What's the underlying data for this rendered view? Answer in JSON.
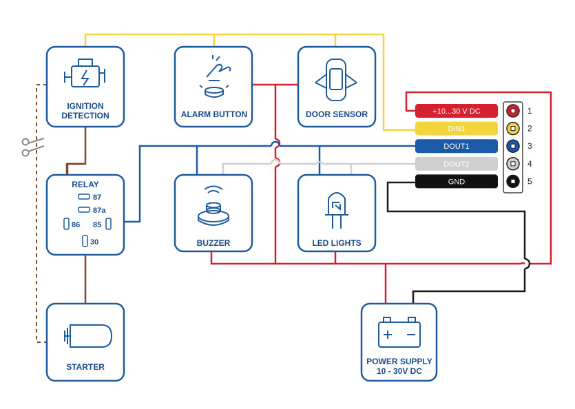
{
  "colors": {
    "box_border": "#1f5a9c",
    "label": "#1a4a8a",
    "wire_yellow": "#f2d53c",
    "wire_red": "#d4202f",
    "wire_blue": "#1a5aa8",
    "wire_gray": "#cfcfcf",
    "wire_black": "#1a1a1a",
    "wire_brown": "#7a4a2a"
  },
  "components": {
    "ignition": {
      "line1": "IGNITION",
      "line2": "DETECTION",
      "icon": "engine-icon"
    },
    "alarm": {
      "label": "ALARM BUTTON",
      "icon": "hand-press-button-icon"
    },
    "door": {
      "label": "DOOR SENSOR",
      "icon": "car-open-doors-icon"
    },
    "relay": {
      "title": "RELAY",
      "pins": {
        "p87": "87",
        "p87a": "87a",
        "p86": "86",
        "p85": "85",
        "p30": "30"
      }
    },
    "buzzer": {
      "label": "BUZZER",
      "icon": "buzzer-icon"
    },
    "led": {
      "label": "LED LIGHTS",
      "icon": "led-icon"
    },
    "starter": {
      "label": "STARTER",
      "icon": "starter-motor-icon"
    },
    "power": {
      "line1": "POWER SUPPLY",
      "line2": "10 - 30V DC",
      "icon": "battery-icon"
    }
  },
  "pins": [
    {
      "label": "+10...30 V DC",
      "num": "1",
      "bg": "#d4202f",
      "fg": "#ffffff"
    },
    {
      "label": "DIN1",
      "num": "2",
      "bg": "#f2d53c",
      "fg": "#ffffff"
    },
    {
      "label": "DOUT1",
      "num": "3",
      "bg": "#1a5aa8",
      "fg": "#ffffff"
    },
    {
      "label": "DOUT2",
      "num": "4",
      "bg": "#cfcfcf",
      "fg": "#ffffff"
    },
    {
      "label": "GND",
      "num": "5",
      "bg": "#111111",
      "fg": "#ffffff"
    }
  ],
  "cut_icon": "scissors-icon"
}
